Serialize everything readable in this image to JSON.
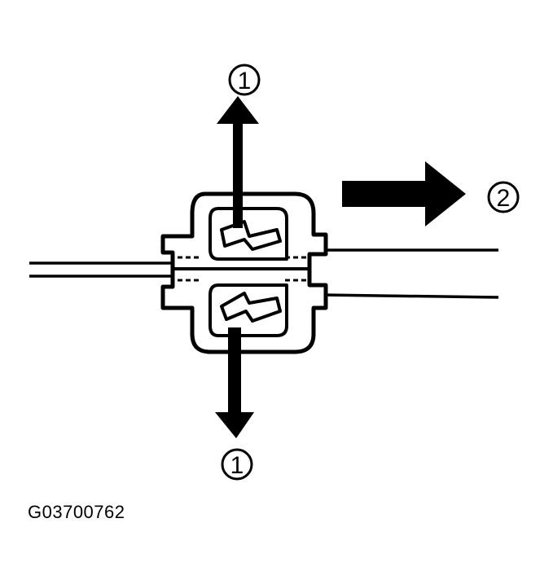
{
  "callouts": {
    "pull_out": "1",
    "slide": "2"
  },
  "figure_id": "G03700762"
}
